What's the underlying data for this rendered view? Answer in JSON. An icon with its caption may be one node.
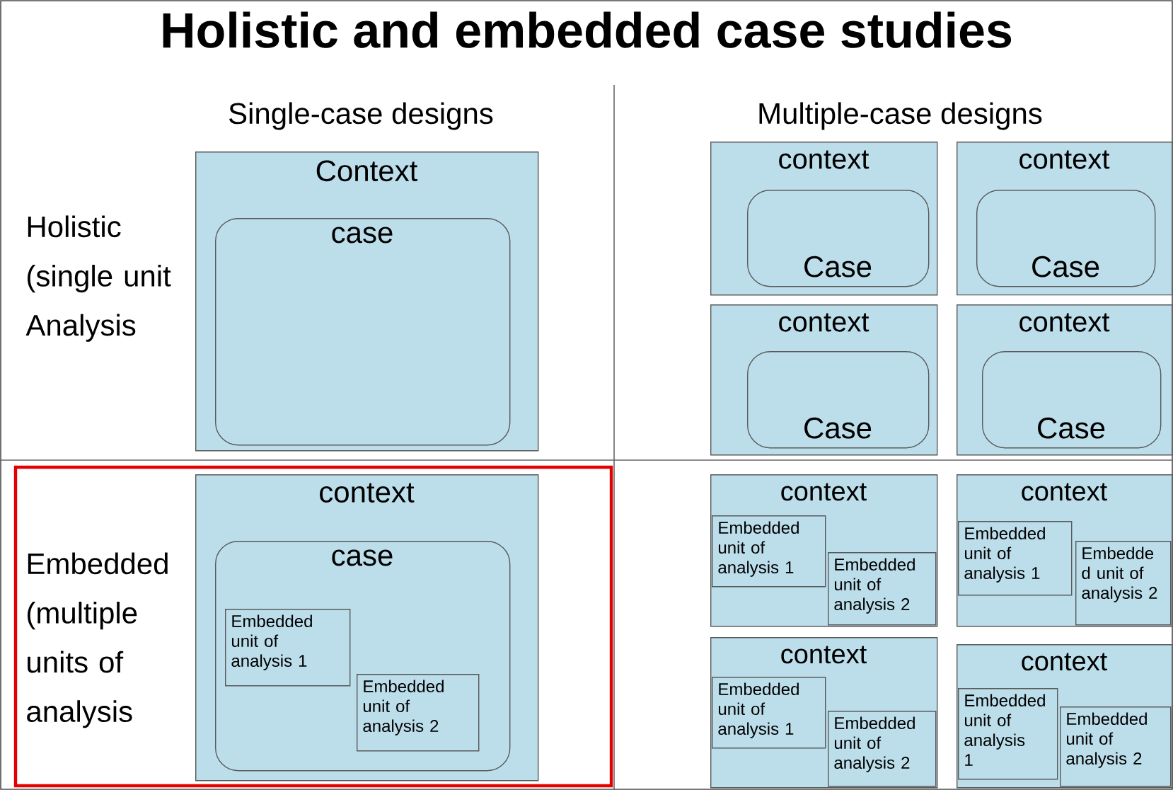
{
  "diagram": {
    "title": "Holistic and embedded case studies",
    "nodes": [
      {
        "text": [
          "Context"
        ]
      },
      {
        "text": [
          "case"
        ],
        "in": 0
      },
      {
        "text": [
          "context"
        ]
      },
      {
        "text": [
          "Case"
        ],
        "in": 2
      },
      {
        "text": [
          "context"
        ]
      },
      {
        "text": [
          "Case"
        ],
        "in": 4
      },
      {
        "text": [
          "context"
        ]
      },
      {
        "text": [
          "Case"
        ],
        "in": 6
      },
      {
        "text": [
          "context"
        ]
      },
      {
        "text": [
          "Case"
        ],
        "in": 8
      },
      {
        "text": [
          "context"
        ]
      },
      {
        "text": [
          "case"
        ],
        "in": 10
      },
      {
        "text": [
          "Embedded unit of analysis 1"
        ],
        "in": 11
      },
      {
        "text": [
          "Embedded unit of analysis 2"
        ],
        "in": 11
      },
      {
        "text": [
          "context"
        ]
      },
      {
        "text": [
          "Embedded unit of analysis 1"
        ],
        "in": 14
      },
      {
        "text": [
          "Embedded unit of analysis 2"
        ],
        "in": 14
      },
      {
        "text": [
          "context"
        ]
      },
      {
        "text": [
          "Embedded unit of analysis 1"
        ],
        "in": 17
      },
      {
        "text": [
          "Embedde d unit of analysis 2"
        ],
        "in": 17
      },
      {
        "text": [
          "context"
        ]
      },
      {
        "text": [
          "Embedded unit of analysis 1"
        ],
        "in": 20
      },
      {
        "text": [
          "Embedded unit of analysis 2"
        ],
        "in": 20
      },
      {
        "text": [
          "context"
        ]
      },
      {
        "text": [
          "Embedded unit of analysis 1"
        ],
        "in": 23
      },
      {
        "text": [
          "Embedded unit of analysis 2"
        ],
        "in": 23
      }
    ],
    "labels": [
      "Single-case designs",
      "Multiple-case designs",
      "Holistic (single unit Analysis",
      "Embedded (multiple units of analysis"
    ]
  }
}
